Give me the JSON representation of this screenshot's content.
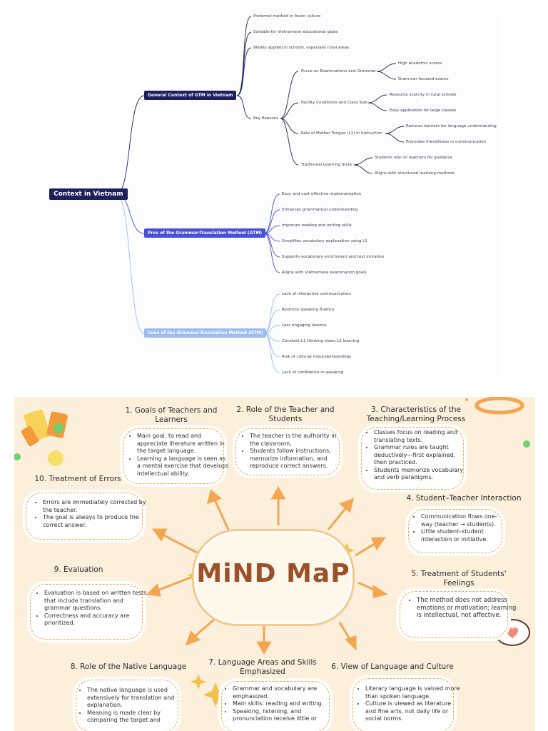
{
  "tree": {
    "root": "Context in Vietnam",
    "branch_general": "General Context of GTM in Vietnam",
    "general_items": [
      "Preferred method in Asian culture",
      "Suitable for Vietnamese educational goals",
      "Widely applied in schools, especially rural areas"
    ],
    "key_reasons": "Key Reasons",
    "reasons": [
      {
        "label": "Focus on Examinations and Grammar",
        "children": [
          "High academic scores",
          "Grammar-focused exams"
        ]
      },
      {
        "label": "Facility Conditions and Class Size",
        "children": [
          "Resource scarcity in rural schools",
          "Easy application for large classes"
        ]
      },
      {
        "label": "Role of Mother Tongue (L1) in Instruction",
        "children": [
          "Reduces barriers for language understanding",
          "Promotes friendliness in communication"
        ]
      },
      {
        "label": "Traditional Learning Style",
        "children": [
          "Students rely on teachers for guidance",
          "Aligns with structured learning methods"
        ]
      }
    ],
    "branch_pros": "Pros of the Grammar-Translation Method (GTM)",
    "pros": [
      "Easy and cost-effective implementation",
      "Enhances grammatical understanding",
      "Improves reading and writing skills",
      "Simplifies vocabulary explanation using L1",
      "Supports vocabulary enrichment and text imitation",
      "Aligns with Vietnamese examination goals"
    ],
    "branch_cons": "Cons of the Grammar-Translation Method (GTM)",
    "cons": [
      "Lack of interactive communication",
      "Restricts speaking fluency",
      "Less engaging lessons",
      "Constant L1 thinking slows L2 learning",
      "Risk of cultural misunderstandings",
      "Lack of confidence in speaking"
    ],
    "colors": {
      "main": "#1e1f5e",
      "general": "#1e1f5e",
      "pros": "#4a4fd8",
      "cons": "#8fb4f0"
    }
  },
  "poster": {
    "center_title": "MiND MaP",
    "sections": [
      {
        "title": "1. Goals of Teachers and Learners",
        "bullets": [
          "Main goal: to read and appreciate literature written in the target language.",
          "Learning a language is seen as a mental exercise that develops intellectual ability."
        ]
      },
      {
        "title": "2. Role of the Teacher and Students",
        "bullets": [
          "The teacher is the authority in the classroom.",
          "Students follow instructions, memorize information, and reproduce correct answers."
        ]
      },
      {
        "title": "3. Characteristics of the Teaching/Learning Process",
        "bullets": [
          "Classes focus on reading and translating texts.",
          "Grammar rules are taught deductively—first explained, then practiced.",
          "Students memorize vocabulary and verb paradigms."
        ]
      },
      {
        "title": "4. Student–Teacher Interaction",
        "bullets": [
          "Communication flows one-way (teacher → students).",
          "Little student–student interaction or initiative."
        ]
      },
      {
        "title": "5. Treatment of Students' Feelings",
        "bullets": [
          "The method does not address emotions or motivation; learning is intellectual, not affective."
        ]
      },
      {
        "title": "6. View of Language and Culture",
        "bullets": [
          "Literary language is valued more than spoken language.",
          "Culture is viewed as literature and fine arts, not daily life or social norms."
        ]
      },
      {
        "title": "7. Language Areas and Skills Emphasized",
        "bullets": [
          "Grammar and vocabulary are emphasized.",
          "Main skills: reading and writing.",
          "Speaking, listening, and pronunciation receive little or"
        ]
      },
      {
        "title": "8. Role of the Native Language",
        "bullets": [
          "The native language is used extensively for translation and explanation.",
          "Meaning is made clear by comparing the target and"
        ]
      },
      {
        "title": "9. Evaluation",
        "bullets": [
          "Evaluation is based on written tests that include translation and grammar questions.",
          "Correctness and accuracy are prioritized."
        ]
      },
      {
        "title": "10. Treatment of Errors",
        "bullets": [
          "Errors are immediately corrected by the teacher.",
          "The goal is always to produce the correct answer."
        ]
      }
    ],
    "colors": {
      "background": "#fcf0dd",
      "arrow": "#f3a550",
      "title": "#9a5028",
      "dash": "#f0a447"
    }
  }
}
